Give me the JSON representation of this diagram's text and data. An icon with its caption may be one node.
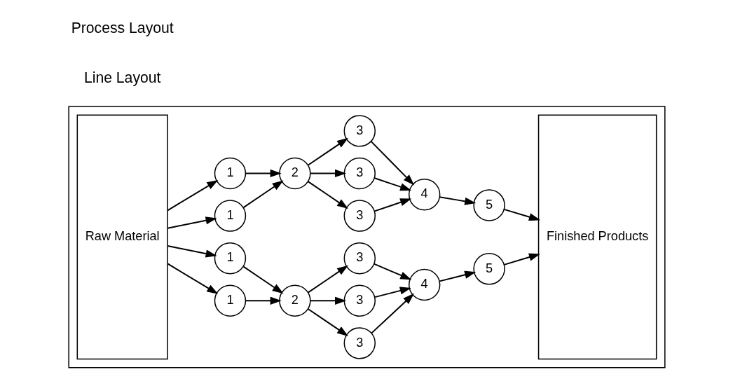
{
  "diagram": {
    "nodes": [
      {
        "text": [],
        "shape": "box"
      },
      {
        "text": [
          "Raw Material"
        ],
        "in": 0
      },
      {
        "text": [
          "1"
        ],
        "in": 0
      },
      {
        "text": [
          "1"
        ],
        "in": 0
      },
      {
        "text": [
          "2"
        ],
        "in": 0
      },
      {
        "text": [
          "3"
        ],
        "in": 0
      },
      {
        "text": [
          "3"
        ],
        "in": 0
      },
      {
        "text": [
          "3"
        ],
        "in": 0
      },
      {
        "text": [
          "4"
        ],
        "in": 0
      },
      {
        "text": [
          "5"
        ],
        "in": 0
      },
      {
        "text": [
          "1"
        ],
        "in": 0
      },
      {
        "text": [
          "1"
        ],
        "in": 0
      },
      {
        "text": [
          "2"
        ],
        "in": 0
      },
      {
        "text": [
          "3"
        ],
        "in": 0
      },
      {
        "text": [
          "3"
        ],
        "in": 0
      },
      {
        "text": [
          "3"
        ],
        "in": 0
      },
      {
        "text": [
          "4"
        ],
        "in": 0
      },
      {
        "text": [
          "5"
        ],
        "in": 0
      },
      {
        "text": [
          "Finished Products"
        ],
        "in": 0
      }
    ],
    "edges": [
      {
        "from": 1,
        "to": 2,
        "arrow": "to"
      },
      {
        "from": 1,
        "to": 3,
        "arrow": "to"
      },
      {
        "from": 2,
        "to": 4,
        "arrow": "to"
      },
      {
        "from": 3,
        "to": 4,
        "arrow": "to"
      },
      {
        "from": 4,
        "to": 5,
        "arrow": "to"
      },
      {
        "from": 4,
        "to": 6,
        "arrow": "to"
      },
      {
        "from": 4,
        "to": 7,
        "arrow": "to"
      },
      {
        "from": 5,
        "to": 8,
        "arrow": "to"
      },
      {
        "from": 6,
        "to": 8,
        "arrow": "to"
      },
      {
        "from": 7,
        "to": 8,
        "arrow": "to"
      },
      {
        "from": 8,
        "to": 9,
        "arrow": "to"
      },
      {
        "from": 9,
        "to": 18,
        "arrow": "to"
      },
      {
        "from": 1,
        "to": 10,
        "arrow": "to"
      },
      {
        "from": 1,
        "to": 11,
        "arrow": "to"
      },
      {
        "from": 10,
        "to": 12,
        "arrow": "to"
      },
      {
        "from": 11,
        "to": 12,
        "arrow": "to"
      },
      {
        "from": 12,
        "to": 13,
        "arrow": "to"
      },
      {
        "from": 12,
        "to": 14,
        "arrow": "to"
      },
      {
        "from": 12,
        "to": 15,
        "arrow": "to"
      },
      {
        "from": 13,
        "to": 16,
        "arrow": "to"
      },
      {
        "from": 14,
        "to": 16,
        "arrow": "to"
      },
      {
        "from": 15,
        "to": 16,
        "arrow": "to"
      },
      {
        "from": 16,
        "to": 17,
        "arrow": "to"
      },
      {
        "from": 17,
        "to": 18,
        "arrow": "to"
      }
    ],
    "labels": [
      "Line Layout",
      "Process Layout"
    ]
  }
}
